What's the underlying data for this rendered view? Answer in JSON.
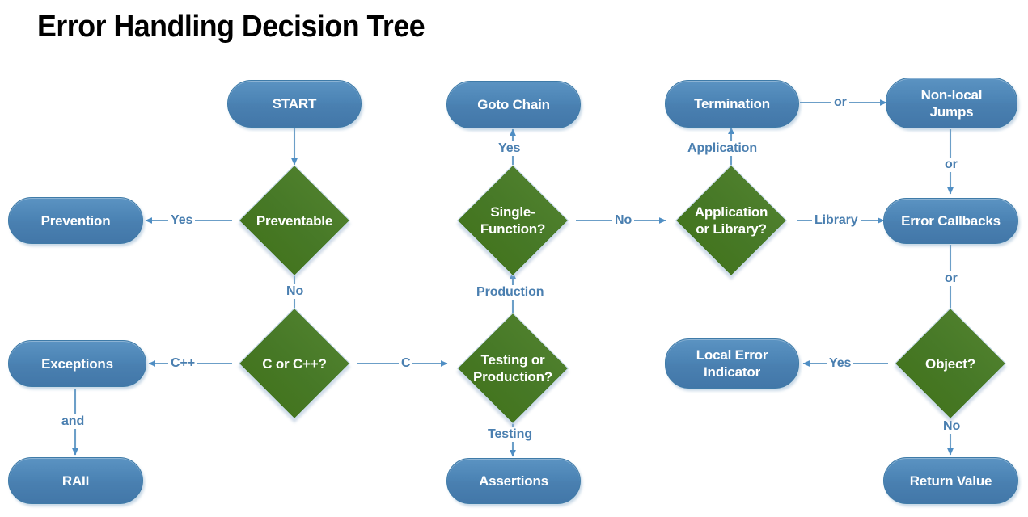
{
  "page": {
    "title": "Error Handling Decision Tree",
    "background": "#ffffff",
    "accent_blue": "#4a80b1",
    "accent_green": "#477927",
    "edge_color": "#4a7fb0"
  },
  "nodes": {
    "start": {
      "label": "START",
      "shape": "rounded"
    },
    "preventable": {
      "label": "Preventable",
      "shape": "diamond"
    },
    "prevention": {
      "label": "Prevention",
      "shape": "rounded"
    },
    "c_or_cpp": {
      "label": "C or C++?",
      "shape": "diamond"
    },
    "exceptions": {
      "label": "Exceptions",
      "shape": "rounded"
    },
    "raii": {
      "label": "RAII",
      "shape": "rounded"
    },
    "goto_chain": {
      "label": "Goto Chain",
      "shape": "rounded"
    },
    "single_function": {
      "label": "Single-\nFunction?",
      "shape": "diamond"
    },
    "testing_production": {
      "label": "Testing or\nProduction?",
      "shape": "diamond"
    },
    "assertions": {
      "label": "Assertions",
      "shape": "rounded"
    },
    "termination": {
      "label": "Termination",
      "shape": "rounded"
    },
    "non_local_jumps": {
      "label": "Non-local\nJumps",
      "shape": "rounded"
    },
    "app_or_library": {
      "label": "Application\nor Library?",
      "shape": "diamond"
    },
    "error_callbacks": {
      "label": "Error Callbacks",
      "shape": "rounded"
    },
    "local_error": {
      "label": "Local Error\nIndicator",
      "shape": "rounded"
    },
    "object": {
      "label": "Object?",
      "shape": "diamond"
    },
    "return_value": {
      "label": "Return Value",
      "shape": "rounded"
    }
  },
  "edge_labels": {
    "preventable_yes": "Yes",
    "preventable_no": "No",
    "cpp": "C++",
    "c": "C",
    "exceptions_and": "and",
    "single_function_yes": "Yes",
    "single_function_no": "No",
    "production": "Production",
    "testing": "Testing",
    "application": "Application",
    "termination_or": "or",
    "jumps_or": "or",
    "library": "Library",
    "callbacks_or": "or",
    "object_yes": "Yes",
    "object_no": "No"
  },
  "chart_data": {
    "type": "diagram",
    "title": "Error Handling Decision Tree",
    "edges": [
      {
        "from": "start",
        "to": "preventable",
        "label": ""
      },
      {
        "from": "preventable",
        "to": "prevention",
        "label": "Yes"
      },
      {
        "from": "preventable",
        "to": "c_or_cpp",
        "label": "No"
      },
      {
        "from": "c_or_cpp",
        "to": "exceptions",
        "label": "C++"
      },
      {
        "from": "c_or_cpp",
        "to": "testing_production",
        "label": "C"
      },
      {
        "from": "exceptions",
        "to": "raii",
        "label": "and"
      },
      {
        "from": "testing_production",
        "to": "assertions",
        "label": "Testing"
      },
      {
        "from": "testing_production",
        "to": "single_function",
        "label": "Production"
      },
      {
        "from": "single_function",
        "to": "goto_chain",
        "label": "Yes"
      },
      {
        "from": "single_function",
        "to": "app_or_library",
        "label": "No"
      },
      {
        "from": "app_or_library",
        "to": "termination",
        "label": "Application"
      },
      {
        "from": "app_or_library",
        "to": "error_callbacks",
        "label": "Library"
      },
      {
        "from": "termination",
        "to": "non_local_jumps",
        "label": "or"
      },
      {
        "from": "non_local_jumps",
        "to": "error_callbacks",
        "label": "or"
      },
      {
        "from": "error_callbacks",
        "to": "object",
        "label": "or"
      },
      {
        "from": "object",
        "to": "local_error",
        "label": "Yes"
      },
      {
        "from": "object",
        "to": "return_value",
        "label": "No"
      }
    ]
  }
}
